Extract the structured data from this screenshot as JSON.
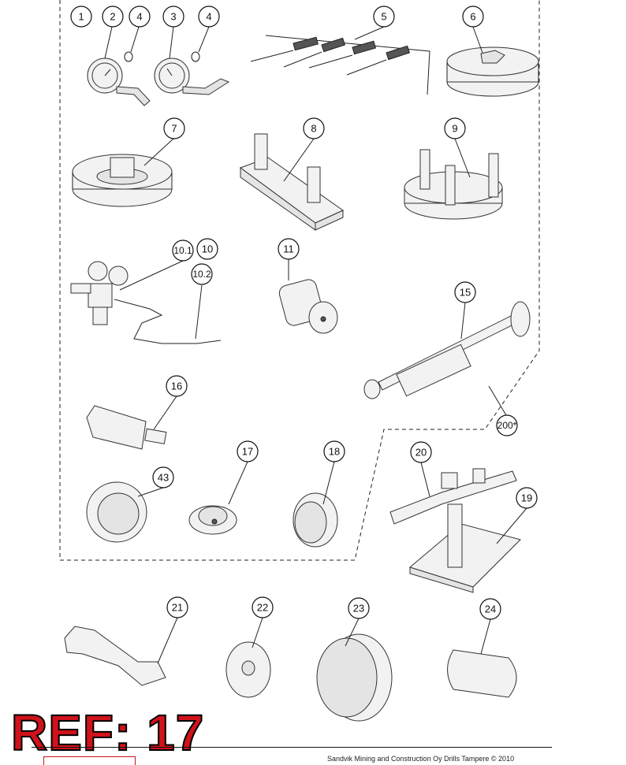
{
  "callouts": {
    "c1": "1",
    "c2": "2",
    "c4a": "4",
    "c3": "3",
    "c4b": "4",
    "c5": "5",
    "c6": "6",
    "c7": "7",
    "c8": "8",
    "c9": "9",
    "c10_1": "10.1",
    "c10": "10",
    "c10_2": "10.2",
    "c11": "11",
    "c15": "15",
    "c16": "16",
    "c200": "200*",
    "c17": "17",
    "c18": "18",
    "c43": "43",
    "c20": "20",
    "c19": "19",
    "c21": "21",
    "c22": "22",
    "c23": "23",
    "c24": "24"
  },
  "ref_label": "REF: 17",
  "footer_text": "Sandvik Mining and Construction Oy Drills Tampere © 2010",
  "colors": {
    "ref": "#d0121b",
    "line": "#222222"
  }
}
